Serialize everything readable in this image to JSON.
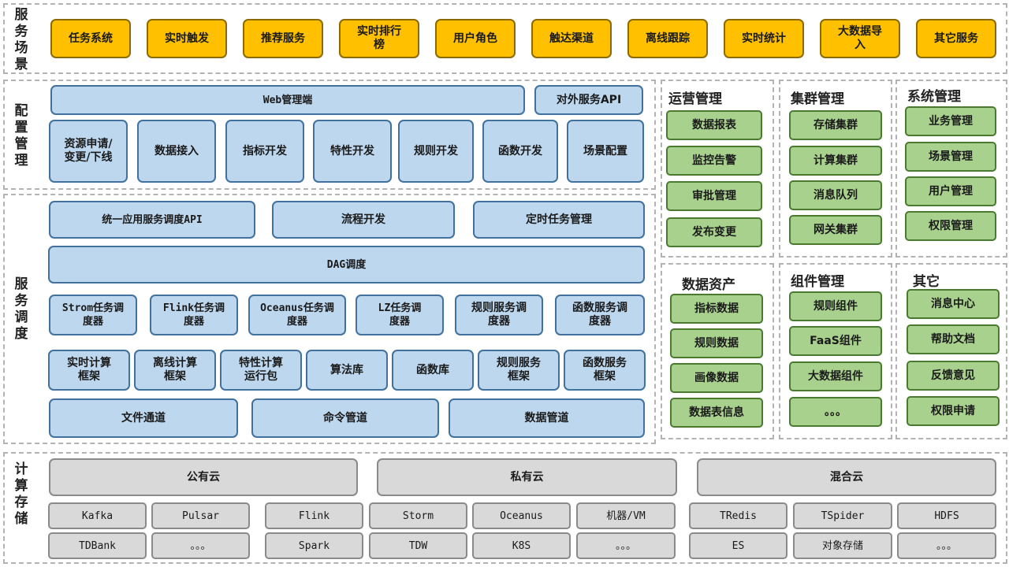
{
  "scenes": {
    "label": "服务场景",
    "items": [
      "任务系统",
      "实时触发",
      "推荐服务",
      "实时排行榜",
      "用户角色",
      "触达渠道",
      "离线跟踪",
      "实时统计",
      "大数据导入",
      "其它服务"
    ]
  },
  "config": {
    "label": "配置管理",
    "web": "Web管理端",
    "api": "对外服务API",
    "items": [
      "资源申请/变更/下线",
      "数据接入",
      "指标开发",
      "特性开发",
      "规则开发",
      "函数开发",
      "场景配置"
    ]
  },
  "scheduling": {
    "label": "服务调度",
    "row1": [
      "统一应用服务调度API",
      "流程开发",
      "定时任务管理"
    ],
    "dag": "DAG调度",
    "schedulers": [
      "Strom任务调度器",
      "Flink任务调度器",
      "Oceanus任务调度器",
      "LZ任务调度器",
      "规则服务调度器",
      "函数服务调度器"
    ],
    "frameworks": [
      "实时计算框架",
      "离线计算框架",
      "特性计算运行包",
      "算法库",
      "函数库",
      "规则服务框架",
      "函数服务框架"
    ],
    "pipes": [
      "文件通道",
      "命令管道",
      "数据管道"
    ]
  },
  "panels": {
    "ops": {
      "title": "运营管理",
      "items": [
        "数据报表",
        "监控告警",
        "审批管理",
        "发布变更"
      ]
    },
    "cluster": {
      "title": "集群管理",
      "items": [
        "存储集群",
        "计算集群",
        "消息队列",
        "网关集群"
      ]
    },
    "system": {
      "title": "系统管理",
      "items": [
        "业务管理",
        "场景管理",
        "用户管理",
        "权限管理"
      ]
    },
    "assets": {
      "title": "数据资产",
      "items": [
        "指标数据",
        "规则数据",
        "画像数据",
        "数据表信息"
      ]
    },
    "components": {
      "title": "组件管理",
      "items": [
        "规则组件",
        "FaaS组件",
        "大数据组件",
        "。。。"
      ]
    },
    "other": {
      "title": "其它",
      "items": [
        "消息中心",
        "帮助文档",
        "反馈意见",
        "权限申请"
      ]
    }
  },
  "compute": {
    "label": "计算存储",
    "clouds": [
      "公有云",
      "私有云",
      "混合云"
    ],
    "public": [
      "Kafka",
      "Pulsar",
      "TDBank",
      "。。。"
    ],
    "private": [
      "Flink",
      "Storm",
      "Oceanus",
      "机器/VM",
      "Spark",
      "TDW",
      "K8S",
      "。。。"
    ],
    "hybrid": [
      "TRedis",
      "TSpider",
      "HDFS",
      "ES",
      "对象存储",
      "。。。"
    ]
  },
  "colors": {
    "scene": "#ffc000",
    "blue": "#bdd7ee",
    "green": "#a9d18e",
    "gray": "#d9d9d9"
  }
}
